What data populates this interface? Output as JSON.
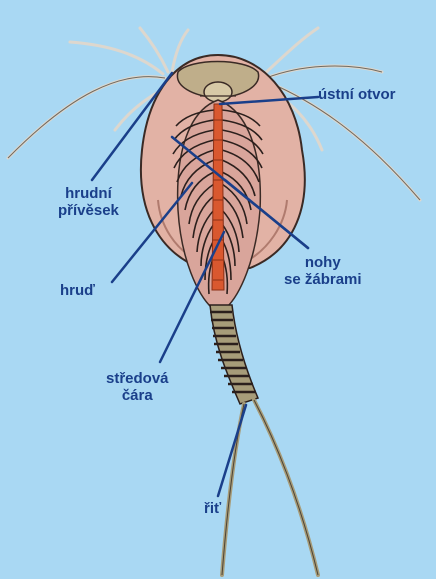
{
  "labels": {
    "mouth": "ústní otvor",
    "appendage": [
      "hrudní",
      "přívěsek"
    ],
    "legs": [
      "nohy",
      "se žábrami"
    ],
    "thorax": "hruď",
    "midline": [
      "středová",
      "čára"
    ],
    "anus": "řiť"
  },
  "colors": {
    "background": "#a9d8f3",
    "label_text": "#1a3f8a",
    "leader_line": "#1a3f8a",
    "carapace": "#e2b2a5",
    "body": "#d9a59b",
    "midline": "#d9582f",
    "tail": "#a79c79",
    "antenna": "#ddd7ce"
  }
}
